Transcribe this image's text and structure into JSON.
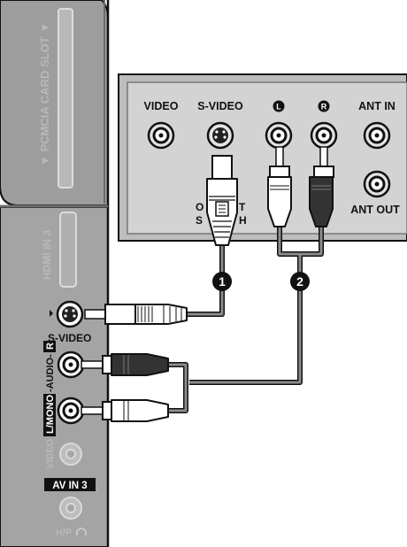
{
  "tv_side_panel": {
    "pcmcia_slot_label": "▼ PCMCIA CARD SLOT ▼",
    "hdmi_label": "HDMI IN 3",
    "svideo_label": "S-VIDEO",
    "audio_label_r": "R",
    "audio_label_audio": "-AUDIO-",
    "audio_label_mono": "L/MONO",
    "video_label": "VIDEO",
    "av_in_label": "AV IN 3",
    "headphone_label": "H/P"
  },
  "device_panel": {
    "video_label": "VIDEO",
    "svideo_label": "S-VIDEO",
    "audio_left_marker": "L",
    "audio_right_marker": "R",
    "ant_in_label": "ANT IN",
    "ant_out_label": "ANT OUT",
    "switch_text_left_top": "O",
    "switch_text_right_top": "T",
    "switch_text_left_bottom": "S",
    "switch_text_right_bottom": "H"
  },
  "callouts": {
    "step1": "1",
    "step2": "2"
  },
  "colors": {
    "panel_gray": "#9a9a9a",
    "panel_dark": "#7b7b7b",
    "device_face": "#cfcfcf",
    "cable_gray": "#8f8f8f",
    "plug_red_dark": "#333333",
    "plug_white": "#ffffff"
  },
  "icons": {
    "callout": "black-circle-number",
    "headphone": "headphone-icon"
  }
}
